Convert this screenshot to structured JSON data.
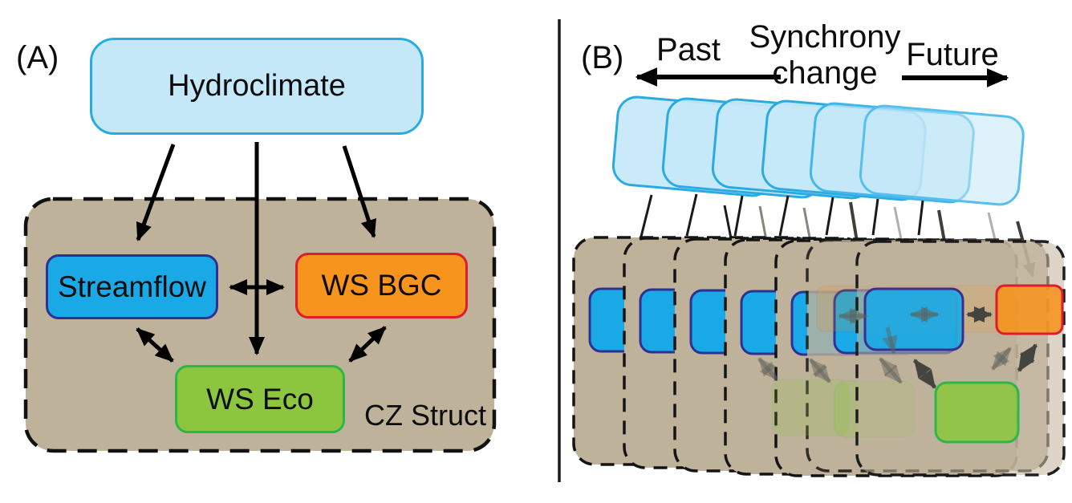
{
  "panel_a": {
    "label": "(A)",
    "hydroclimate": "Hydroclimate",
    "streamflow": "Streamflow",
    "ws_bgc": "WS BGC",
    "ws_eco": "WS Eco",
    "cz_struct": "CZ Struct"
  },
  "panel_b": {
    "label": "(B)",
    "past": "Past",
    "synchrony_line1": "Synchrony",
    "synchrony_line2": "change",
    "future": "Future"
  },
  "colors": {
    "hydroclimate_fill": "#C5E8F8",
    "hydroclimate_border": "#29ABE2",
    "streamflow_fill": "#18A9E6",
    "streamflow_border": "#2E3192",
    "ws_bgc_fill": "#F7941E",
    "ws_bgc_border": "#DD1C2E",
    "ws_eco_fill": "#8CC63F",
    "ws_eco_border": "#2DB54A",
    "cz_fill": "#BFB29A",
    "arrow": "#000000",
    "front_arrow": "#45453F",
    "ghost_arrow": "#85857E"
  }
}
